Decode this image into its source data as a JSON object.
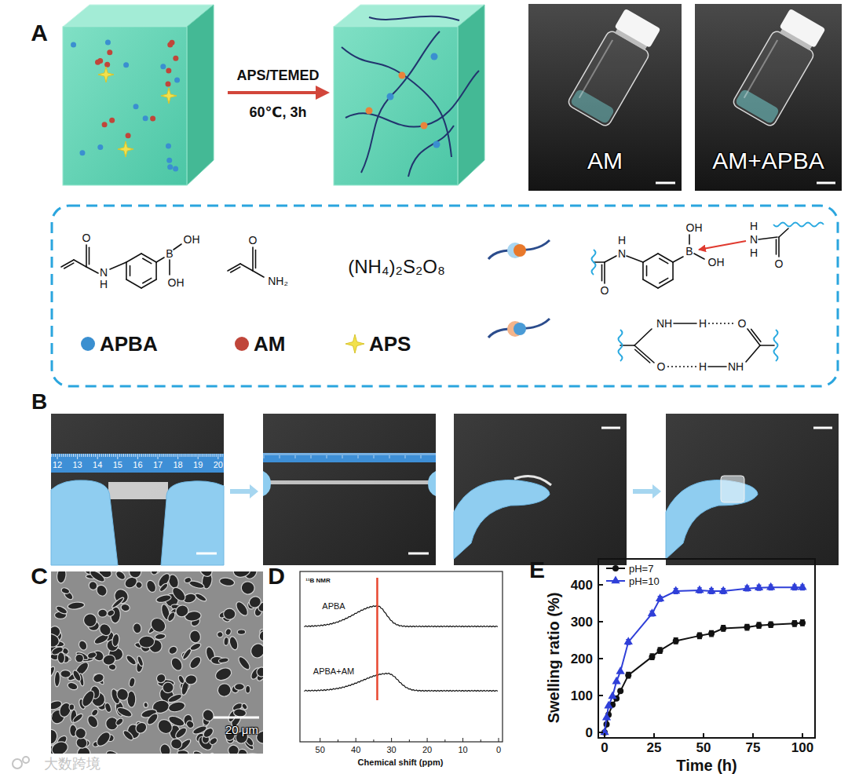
{
  "diagram": {
    "nodes": [
      {
        "text": [
          "AM"
        ]
      },
      {
        "text": [
          "AM+APBA"
        ]
      },
      {
        "text": [
          "20 μm"
        ]
      }
    ],
    "labels": [
      "A",
      "APS/TEMED",
      "60℃, 3h",
      "O",
      "N",
      "H",
      "B",
      "OH",
      "OH",
      "O",
      "NH₂",
      "(NH₄)₂S₂O₈",
      "H",
      "N",
      "O",
      "B",
      "OH",
      "OH",
      "H",
      "N",
      "H",
      "O",
      "NH",
      "H",
      "O",
      "O",
      "H",
      "NH",
      "B",
      "12",
      "13",
      "14",
      "15",
      "16",
      "17",
      "18",
      "19",
      "20",
      "C",
      "D",
      "¹¹B NMR",
      "APBA",
      "APBA+AM",
      "50",
      "40",
      "30",
      "20",
      "10",
      "0",
      "Chemical shift (ppm)",
      "E",
      "0",
      "100",
      "200",
      "300",
      "400",
      "0",
      "25",
      "50",
      "75",
      "100",
      "Swelling ratio (%)",
      "Time (h)",
      "大数跨境"
    ],
    "legend": [
      {
        "text": "APBA",
        "color": "#3a8fd0"
      },
      {
        "text": "AM",
        "color": "#c0463a"
      },
      {
        "text": "APS",
        "color": "#f2e14c"
      },
      {
        "text": "pH=7"
      },
      {
        "text": "pH=10"
      }
    ]
  }
}
